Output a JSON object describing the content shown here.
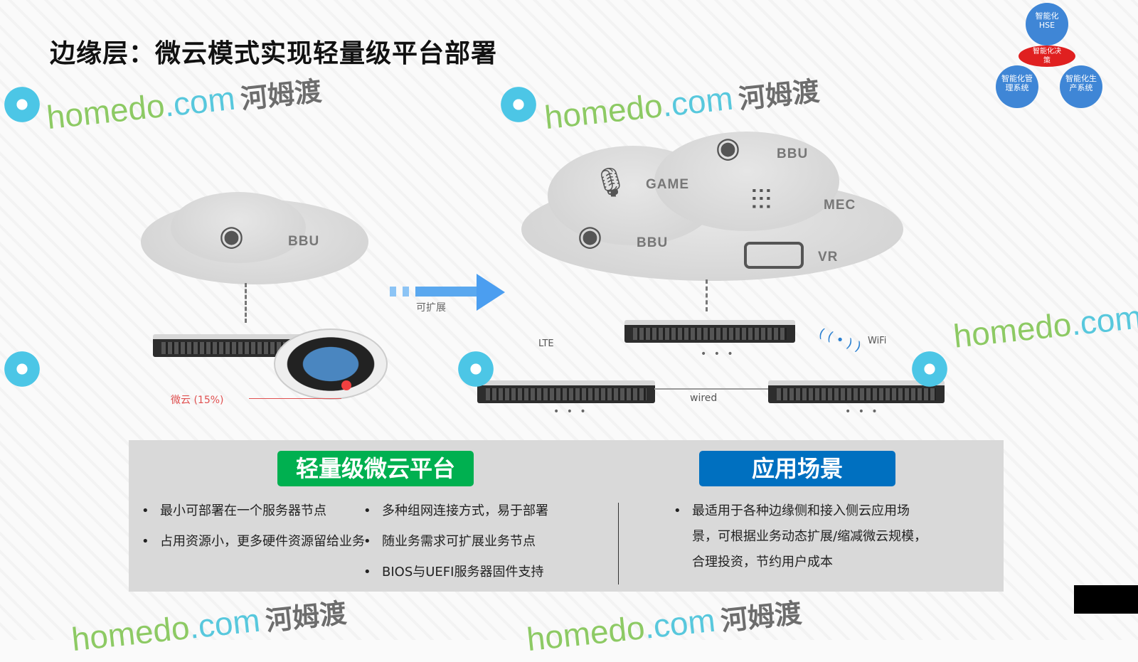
{
  "title": "边缘层：微云模式实现轻量级平台部署",
  "logo": {
    "top": "智能化HSE",
    "center": "智能化决策",
    "left": "智能化管理系统",
    "right": "智能化生产系统"
  },
  "diagram": {
    "left_cloud": {
      "label": "BBU"
    },
    "arrow_label": "可扩展",
    "micro_cloud_label": "微云 (15%)",
    "right_cloud": {
      "items": [
        "GAME",
        "BBU",
        "MEC",
        "BBU",
        "VR"
      ]
    },
    "lte_label": "LTE",
    "wifi_label": "WiFi",
    "wired_label": "wired",
    "ellipsis": "• • •"
  },
  "panel": {
    "left_tag": "轻量级微云平台",
    "right_tag": "应用场景",
    "left_col1": [
      "最小可部署在一个服务器节点",
      "占用资源小，更多硬件资源留给业务"
    ],
    "left_col2": [
      "多种组网连接方式，易于部署",
      "随业务需求可扩展业务节点",
      "BIOS与UEFI服务器固件支持"
    ],
    "right": [
      "最适用于各种边缘侧和接入侧云应用场景，可根据业务动态扩展/缩减微云规模，合理投资，节约用户成本"
    ]
  },
  "watermark": {
    "a": "homedo",
    ".": ".",
    "b": "com",
    "cn": "河姆渡"
  },
  "colors": {
    "green": "#00b050",
    "blue": "#0070c0",
    "panel": "#d9d9d9"
  }
}
